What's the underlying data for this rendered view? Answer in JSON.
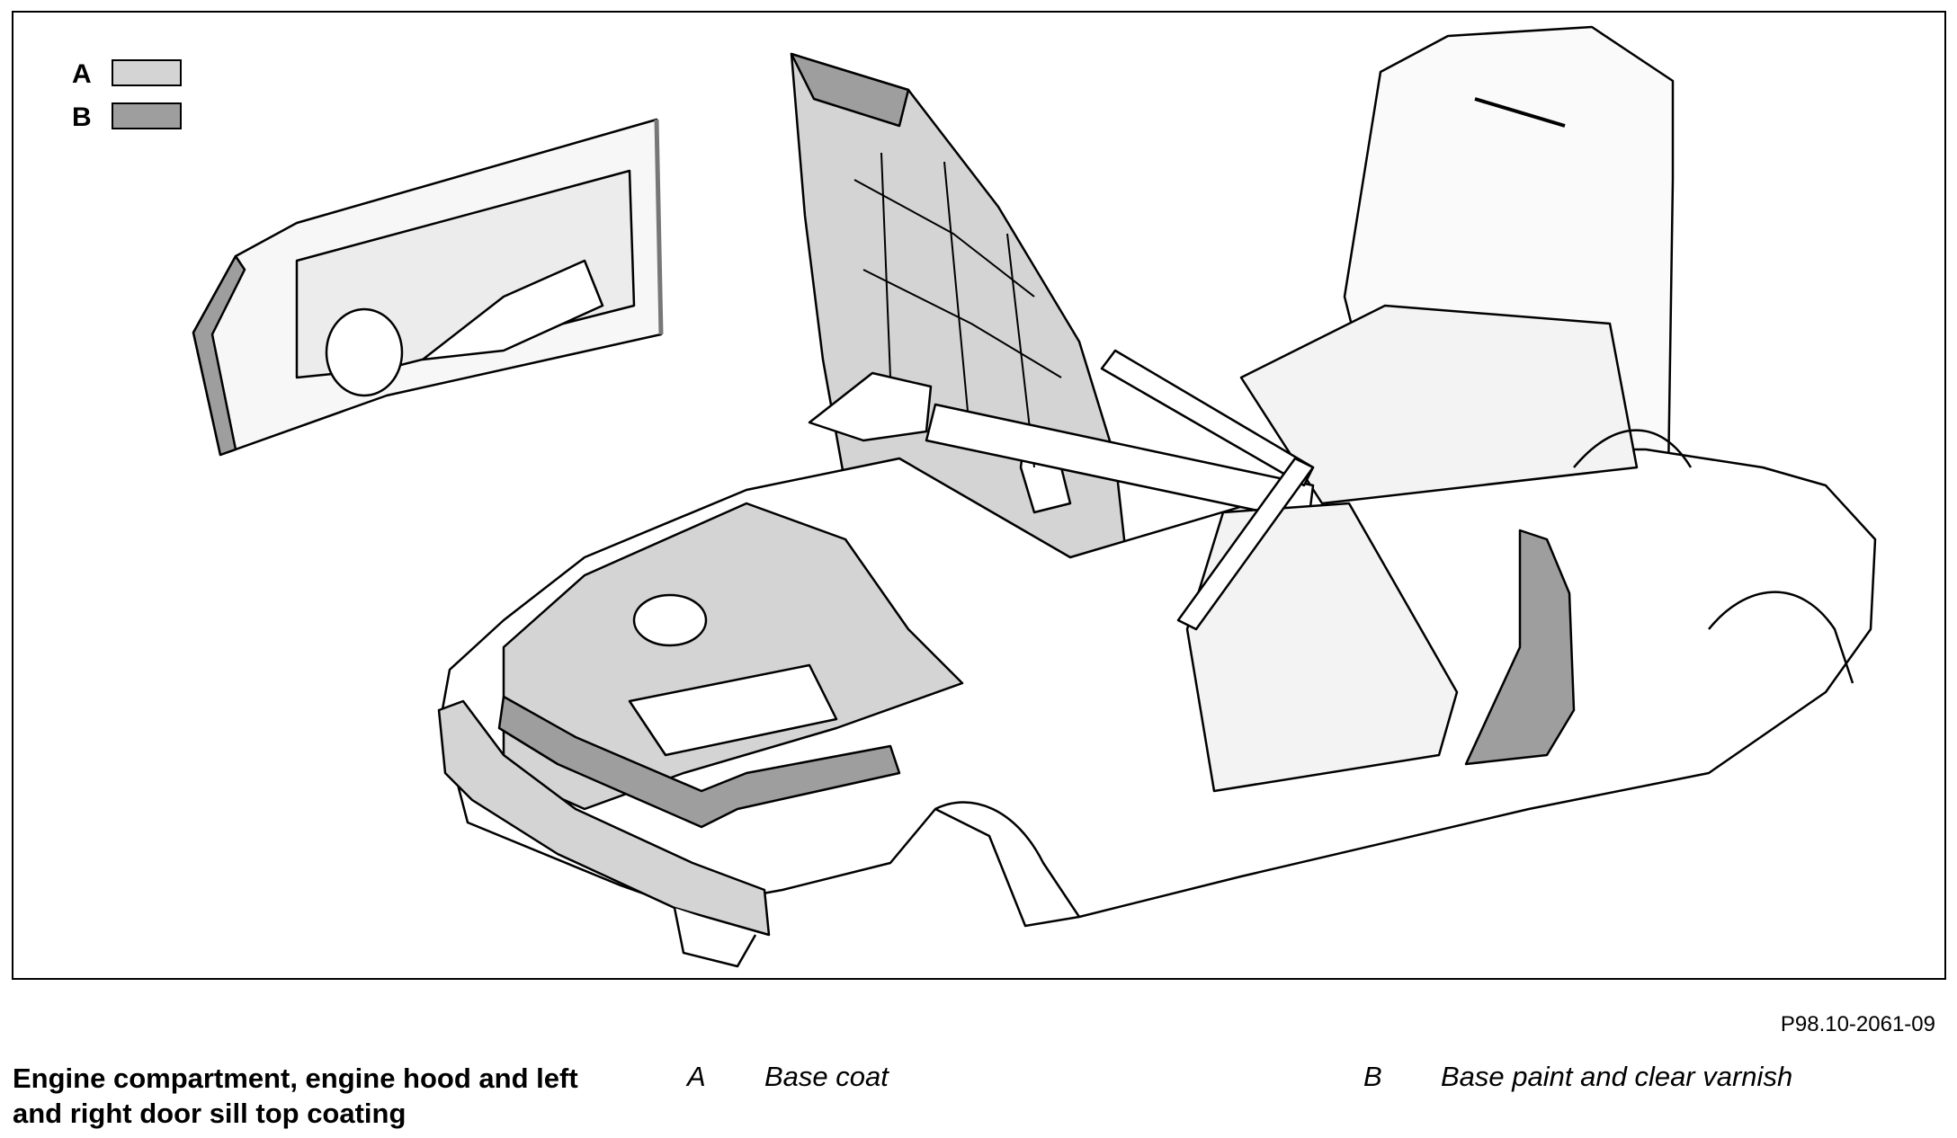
{
  "legend": {
    "items": [
      {
        "key": "A",
        "color": "#d4d4d4"
      },
      {
        "key": "B",
        "color": "#9e9e9e"
      }
    ]
  },
  "figure_code": "P98.10-2061-09",
  "caption": "Engine compartment, engine hood and left and right door sill top coating",
  "legend_text": {
    "a_key": "A",
    "a_desc": "Base coat",
    "b_key": "B",
    "b_desc": "Base paint and clear varnish"
  }
}
